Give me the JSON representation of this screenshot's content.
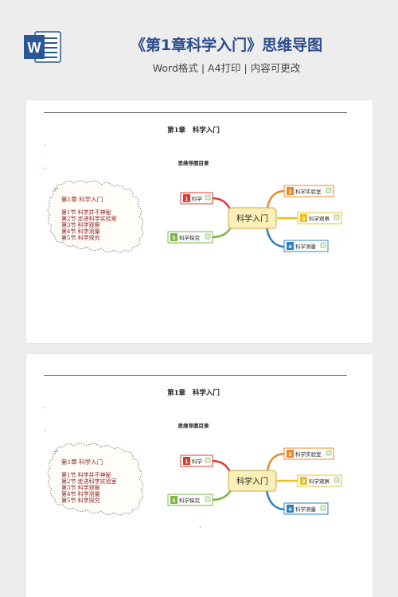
{
  "header": {
    "title": "《第1章科学入门》思维导图",
    "subtitle": "Word格式 | A4打印 | 内容可更改",
    "icon_letter": "W",
    "icon": "word-doc-icon"
  },
  "pages": [
    {
      "heading": "第1章   科学入门",
      "mindmap_title": "思维导图目录",
      "toc": {
        "chapter": "第1章    科学入门",
        "sections": [
          "第1节    科学并不神秘",
          "第2节    走进科学实验室",
          "第3节    科学观察",
          "第4节    科学测量",
          "第5节    科学探究"
        ]
      },
      "central": "科学入门",
      "branches": [
        {
          "num": "1",
          "label": "科学",
          "color": "#e0382d"
        },
        {
          "num": "2",
          "label": "科学实验室",
          "color": "#e8882a"
        },
        {
          "num": "3",
          "label": "科学观察",
          "color": "#e8c020"
        },
        {
          "num": "4",
          "label": "科学测量",
          "color": "#2f7fbf"
        },
        {
          "num": "5",
          "label": "科学探究",
          "color": "#7ab648"
        }
      ]
    },
    {
      "heading": "第1章   科学入门",
      "mindmap_title": "思维导图目录",
      "toc": {
        "chapter": "第1章    科学入门",
        "sections": [
          "第1节    科学并不神秘",
          "第2节    走进科学实验室",
          "第3节    科学观察",
          "第4节    科学测量",
          "第5节    科学探究"
        ]
      },
      "central": "科学入门",
      "branches": [
        {
          "num": "1",
          "label": "科学",
          "color": "#e0382d"
        },
        {
          "num": "2",
          "label": "科学实验室",
          "color": "#e8882a"
        },
        {
          "num": "3",
          "label": "科学观察",
          "color": "#e8c020"
        },
        {
          "num": "4",
          "label": "科学测量",
          "color": "#2f7fbf"
        },
        {
          "num": "5",
          "label": "科学探究",
          "color": "#7ab648"
        }
      ]
    }
  ]
}
